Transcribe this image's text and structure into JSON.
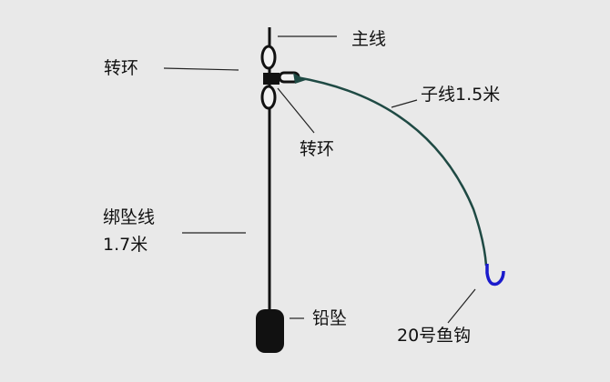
{
  "labels": {
    "main_line": "主线",
    "swivel_left": "转环",
    "swivel_lower": "转环",
    "sub_line": "子线1.5米",
    "sinker_line_1": "绑坠线",
    "sinker_line_2": "1.7米",
    "sinker": "铅坠",
    "hook": "20号鱼钩"
  },
  "colors": {
    "background": "#e9e9e9",
    "line": "#111111",
    "sub_line": "#1f4a44",
    "hook": "#1a1acc"
  }
}
